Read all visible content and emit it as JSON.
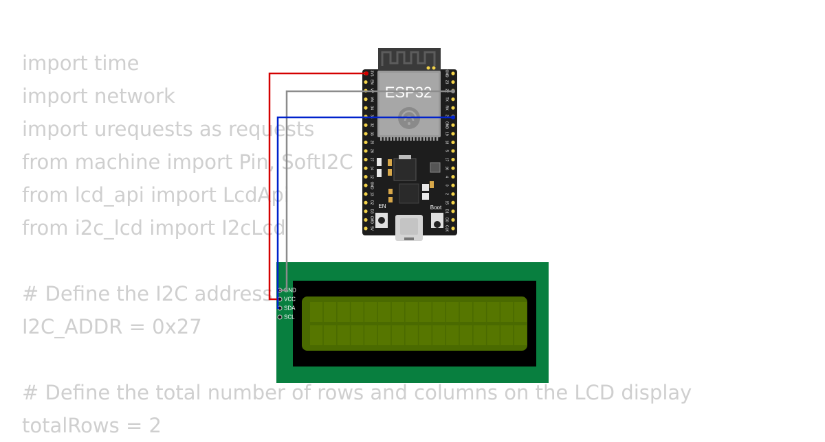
{
  "code": {
    "lines": [
      "import time",
      "import network",
      "import urequests as requests",
      "from machine import Pin, SoftI2C",
      "from lcd_api import LcdApi",
      "from i2c_lcd import I2cLcd",
      "",
      "# Define the I2C address",
      "I2C_ADDR = 0x27",
      "",
      "# Define the total number of rows and columns on the LCD display",
      "totalRows = 2"
    ]
  },
  "esp32": {
    "chip_label": "ESP32",
    "en_label": "EN",
    "boot_label": "Boot",
    "left_pins": [
      "3V3",
      "EN",
      "VP",
      "VN",
      "34",
      "35",
      "32",
      "33",
      "25",
      "26",
      "27",
      "14",
      "12",
      "GND",
      "13",
      "D2",
      "D3",
      "CMD",
      "5V"
    ],
    "right_pins": [
      "GND",
      "23",
      "22",
      "TX",
      "RX",
      "21",
      "GND",
      "19",
      "18",
      "5",
      "17",
      "16",
      "4",
      "0",
      "2",
      "15",
      "D1",
      "D0",
      "CLK"
    ]
  },
  "lcd": {
    "pins": [
      "GND",
      "VCC",
      "SDA",
      "SCL"
    ]
  },
  "colors": {
    "wire_red": "#d40000",
    "wire_gray": "#8c8c8c",
    "wire_blue": "#0022cc",
    "pcb_green": "#087f3f",
    "lcd_screen": "#4a6a00",
    "board_black": "#1d1d1d",
    "code_text": "#cfcfcf"
  },
  "icons": [
    "wifi-logo-icon",
    "usb-port-icon"
  ]
}
